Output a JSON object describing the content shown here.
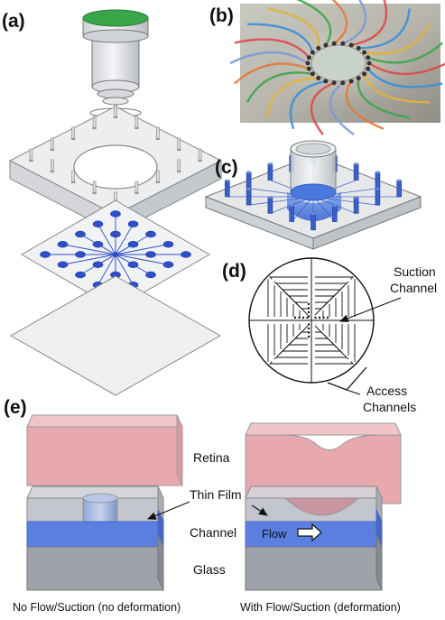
{
  "panels": {
    "a": "(a)",
    "b": "(b)",
    "c": "(c)",
    "d": "(d)",
    "e": "(e)"
  },
  "panel_d": {
    "suction_label": "Suction Channel",
    "suction_line1": "Suction",
    "suction_line2": "Channel",
    "access_line1": "Access",
    "access_line2": "Channels"
  },
  "panel_e": {
    "layer_labels": [
      "Retina",
      "Thin Film",
      "Channel",
      "Glass"
    ],
    "flow_label": "Flow",
    "caption_left": "No Flow/Suction (no deformation)",
    "caption_right": "With Flow/Suction (deformation)"
  },
  "colors": {
    "electrode_blue": "#2e4fc9",
    "retina_pink": "#e8a9ae",
    "channel_blue": "#5b7fe0",
    "glass_gray": "#9ea2aa",
    "film_gray": "#c3c6cc",
    "lens_green": "#3aa64a"
  }
}
